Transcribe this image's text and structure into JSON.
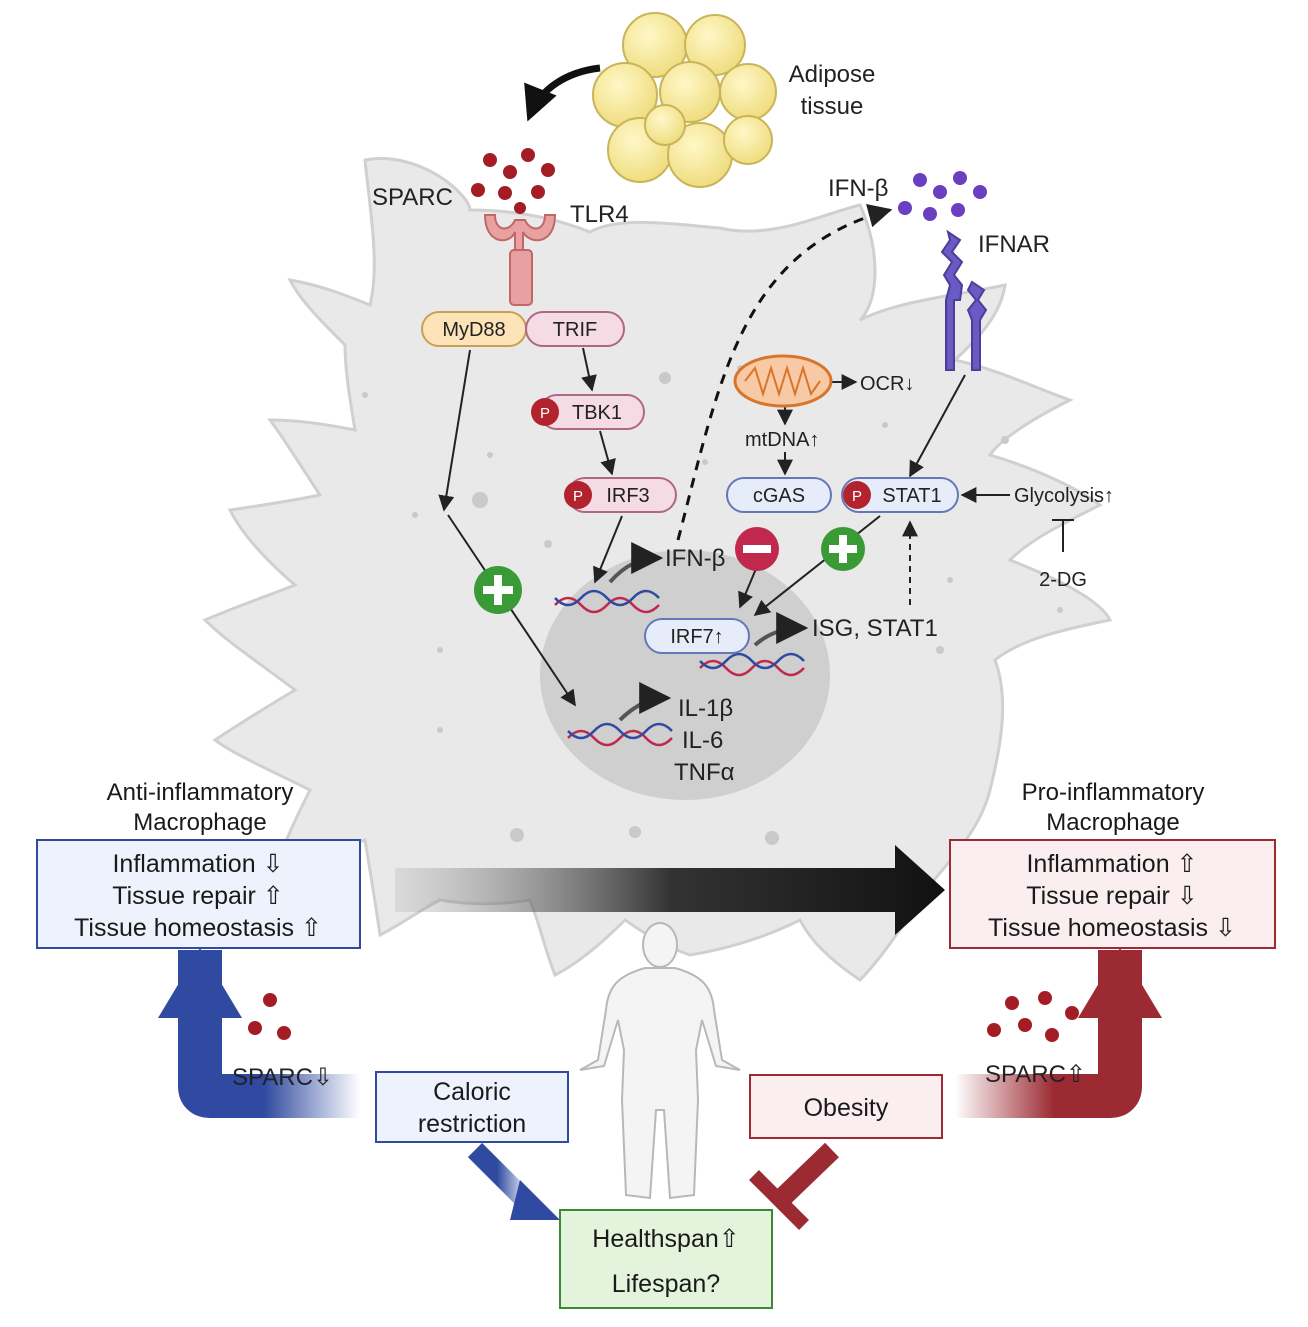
{
  "labels": {
    "adipose_line1": "Adipose",
    "adipose_line2": "tissue",
    "sparc": "SPARC",
    "tlr4": "TLR4",
    "ifn_beta_out": "IFN-β",
    "ifnar": "IFNAR",
    "myd88": "MyD88",
    "trif": "TRIF",
    "tbk1": "TBK1",
    "irf3": "IRF3",
    "phospho": "P",
    "ocr": "OCR↓",
    "mtdna": "mtDNA↑",
    "cgas": "cGAS",
    "stat1": "STAT1",
    "glycolysis": "Glycolysis↑",
    "two_dg": "2-DG",
    "ifn_beta_nuc": "IFN-β",
    "irf7": "IRF7↑",
    "isg_stat1": "ISG, STAT1",
    "il1b": "IL-1β",
    "il6": "IL-6",
    "tnfa": "TNFα"
  },
  "anti": {
    "title_line1": "Anti-inflammatory",
    "title_line2": "Macrophage",
    "items": [
      "Inflammation ⇩",
      "Tissue repair ⇧",
      "Tissue homeostasis ⇧"
    ]
  },
  "pro": {
    "title_line1": "Pro-inflammatory",
    "title_line2": "Macrophage",
    "items": [
      "Inflammation ⇧",
      "Tissue repair ⇩",
      "Tissue homeostasis ⇩"
    ]
  },
  "bottom": {
    "sparc_down": "SPARC⇩",
    "sparc_up": "SPARC⇧",
    "caloric_line1": "Caloric",
    "caloric_line2": "restriction",
    "obesity": "Obesity",
    "healthspan": "Healthspan⇧",
    "lifespan": "Lifespan?"
  },
  "colors": {
    "cell": "#e9e9e9",
    "nucleus": "#cfcfcf",
    "sparc": "#a51d24",
    "ifn": "#6a3fc0",
    "blue_arrow": "#2f4aa0",
    "red_arrow": "#9b2a33",
    "plus": "#3a9a35",
    "minus": "#c0284e"
  }
}
